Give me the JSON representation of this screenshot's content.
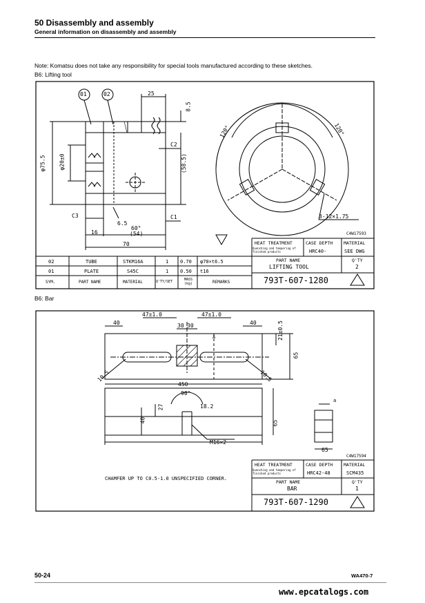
{
  "header": {
    "title": "50 Disassembly and assembly",
    "subtitle": "General information on disassembly and assembly"
  },
  "note": "Note: Komatsu does not take any responsibility for special tools manufactured according to these sketches.",
  "lifting_tool": {
    "section_label": "B6: Lifting tool",
    "balloons": [
      "01",
      "02"
    ],
    "dims": {
      "d25": "25",
      "d8_5": "8.5",
      "c2": "C2",
      "d58_5": "(58.5)",
      "d75_5": "φ75.5",
      "d20": "φ20±0",
      "c3": "C3",
      "c1": "C1",
      "d6_5": "6.5",
      "a60": "60°",
      "d54": "(54)",
      "d16": "16",
      "d70": "70",
      "a120a": "120°",
      "a120b": "120°",
      "thread": "3-12×1.75"
    },
    "drawing_no": "C4W17593",
    "title_block": {
      "heat_treatment": "HEAT TREATMENT",
      "heat_note": "Quenching and tempering of finished products",
      "case_depth": "CASE DEPTH",
      "case_value": "HRC40-",
      "material": "MATERIAL",
      "material_value": "SEE DWG",
      "part_name_head": "PART NAME",
      "part_name": "LIFTING TOOL",
      "qty_head": "Q'TY",
      "qty": "2",
      "part_no": "793T-607-1280"
    },
    "bom": [
      {
        "sym": "02",
        "name": "TUBE",
        "material": "STKM16A",
        "qty": "1",
        "mass": "0.70",
        "remarks": "φ70×t6.5"
      },
      {
        "sym": "01",
        "name": "PLATE",
        "material": "S45C",
        "qty": "1",
        "mass": "0.50",
        "remarks": "t16"
      }
    ],
    "bom_head": {
      "sym": "SYM.",
      "name": "PART NAME",
      "material": "MATERIAL",
      "qty": "Q'TY/SET",
      "mass": "MASS (kg)",
      "remarks": "REMARKS"
    }
  },
  "bar": {
    "section_label": "B6: Bar",
    "dims": {
      "d40a": "40",
      "d47a": "47±1.0",
      "d47b": "47±1.0",
      "d30a": "30",
      "d30b": "30",
      "d40b": "40",
      "d21": "21±0.5",
      "d10_5a": "10.5",
      "d10_5b": "10.5",
      "d65a": "65",
      "a": "A",
      "d450": "450",
      "a90": "90°",
      "d27": "27",
      "d18_2": "18.2",
      "d40c": "40",
      "d65b": "65",
      "m16": "M16×2",
      "sa": "a",
      "d65c": "65"
    },
    "drawing_no": "C4W17594",
    "chamfer_note": "CHAMFER UP TO C0.5-1.0 UNSPECIFIED CORNER.",
    "title_block": {
      "heat_treatment": "HEAT TREATMENT",
      "heat_note": "Quenching and tempering of finished products",
      "case_depth": "CASE DEPTH",
      "case_value": "HRC42-48",
      "material": "MATERIAL",
      "material_value": "SCM435",
      "part_name_head": "PART NAME",
      "part_name": "BAR",
      "qty_head": "Q'TY",
      "qty": "1",
      "part_no": "793T-607-1290"
    }
  },
  "footer": {
    "page": "50-24",
    "model": "WA470-7",
    "site": "www.epcatalogs.com"
  }
}
